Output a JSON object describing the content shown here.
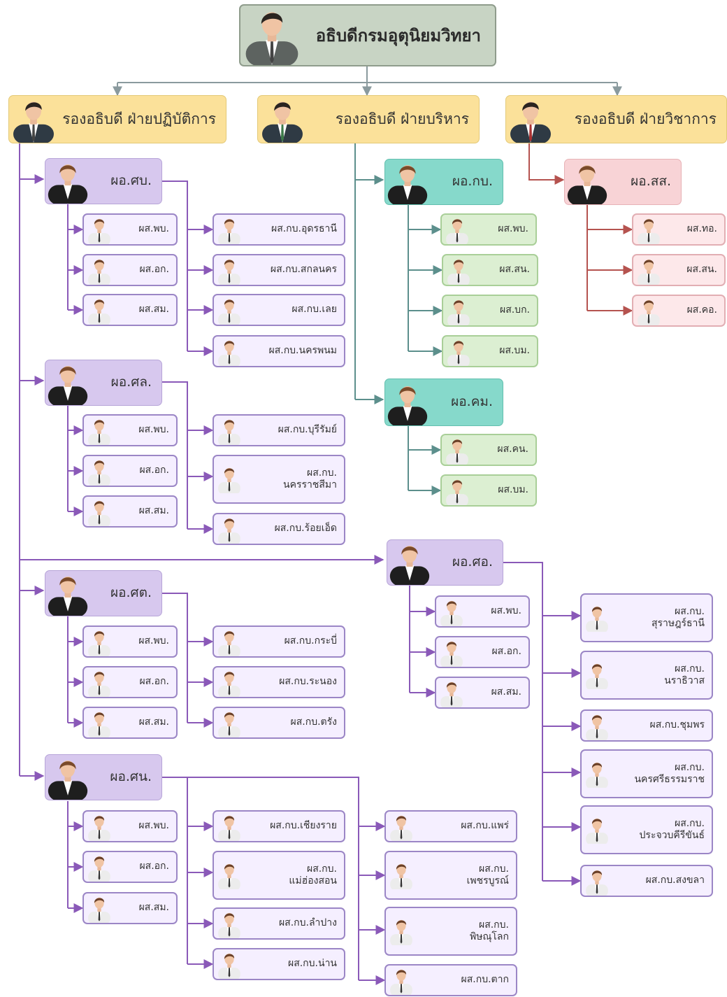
{
  "director": {
    "label": "อธิบดีกรมอุตุนิยมวิทยา"
  },
  "deputies": [
    {
      "label": "รองอธิบดี ฝ่ายปฏิบัติการ"
    },
    {
      "label": "รองอธิบดี ฝ่ายบริหาร"
    },
    {
      "label": "รองอธิบดี ฝ่ายวิชาการ"
    }
  ],
  "ops": {
    "sb": {
      "label": "ผอ.ศบ.",
      "staff": [
        "ผส.พบ.",
        "ผส.อก.",
        "ผส.สม."
      ],
      "branches": [
        "ผส.กบ.อุดรธานี",
        "ผส.กบ.สกลนคร",
        "ผส.กบ.เลย",
        "ผส.กบ.นครพนม"
      ]
    },
    "sl": {
      "label": "ผอ.ศล.",
      "staff": [
        "ผส.พบ.",
        "ผส.อก.",
        "ผส.สม."
      ],
      "branches": [
        "ผส.กบ.บุรีรัมย์",
        "ผส.กบ.",
        "นครราชสีมา",
        "ผส.กบ.ร้อยเอ็ด"
      ]
    },
    "st": {
      "label": "ผอ.ศต.",
      "staff": [
        "ผส.พบ.",
        "ผส.อก.",
        "ผส.สม."
      ],
      "branches": [
        "ผส.กบ.กระบี่",
        "ผส.กบ.ระนอง",
        "ผส.กบ.ตรัง"
      ]
    },
    "sn": {
      "label": "ผอ.ศน.",
      "staff": [
        "ผส.พบ.",
        "ผส.อก.",
        "ผส.สม."
      ],
      "branches1": [
        "ผส.กบ.เชียงราย",
        "ผส.กบ.",
        "แม่ฮ่องสอน",
        "ผส.กบ.ลำปาง",
        "ผส.กบ.น่าน"
      ],
      "branches2": [
        "ผส.กบ.แพร่",
        "ผส.กบ.",
        "เพชรบูรณ์",
        "ผส.กบ.",
        "พิษณุโลก",
        "ผส.กบ.ตาก"
      ]
    },
    "so": {
      "label": "ผอ.ศอ.",
      "staff": [
        "ผส.พบ.",
        "ผส.อก.",
        "ผส.สม."
      ],
      "branches": [
        "ผส.กบ.",
        "สุราษฎร์ธานี",
        "ผส.กบ.",
        "นราธิวาส",
        "ผส.กบ.ชุมพร",
        "ผส.กบ.",
        "นครศรีธรรมราช",
        "ผส.กบ.",
        "ประจวบคีรีขันธ์",
        "ผส.กบ.สงขลา"
      ]
    }
  },
  "admin": {
    "kb": {
      "label": "ผอ.กบ.",
      "staff": [
        "ผส.พบ.",
        "ผส.สน.",
        "ผส.บก.",
        "ผส.บม."
      ]
    },
    "km": {
      "label": "ผอ.คม.",
      "staff": [
        "ผส.คน.",
        "ผส.บม."
      ]
    }
  },
  "acad": {
    "ss": {
      "label": "ผอ.สส.",
      "staff": [
        "ผส.ทอ.",
        "ผส.สน.",
        "ผส.คอ."
      ]
    }
  },
  "colors": {
    "ops": "#8a59b8",
    "admin": "#5c8f8c",
    "acad": "#b5534f",
    "top": "#8a9a9e"
  }
}
